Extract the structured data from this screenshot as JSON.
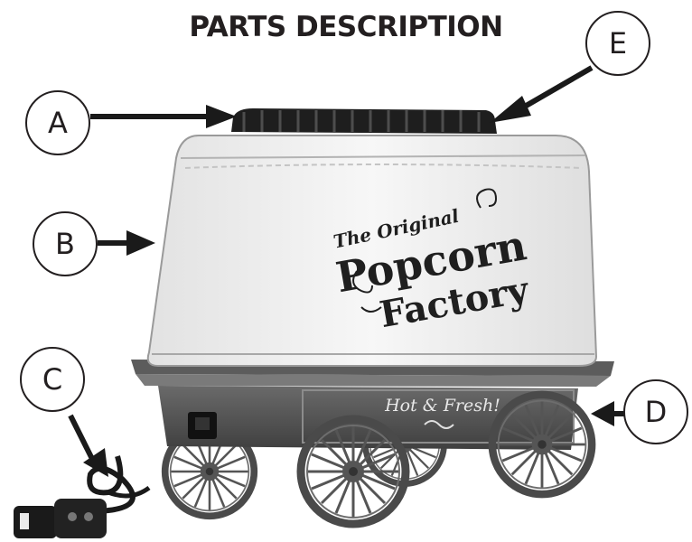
{
  "document": {
    "title": "PARTS DESCRIPTION"
  },
  "callouts": {
    "a": "A",
    "b": "B",
    "c": "C",
    "d": "D",
    "e": "E"
  },
  "product": {
    "brand_line1": "The Original",
    "brand_line2": "Popcorn",
    "brand_line3": "Factory",
    "cart_sign": "Hot & Fresh!"
  }
}
